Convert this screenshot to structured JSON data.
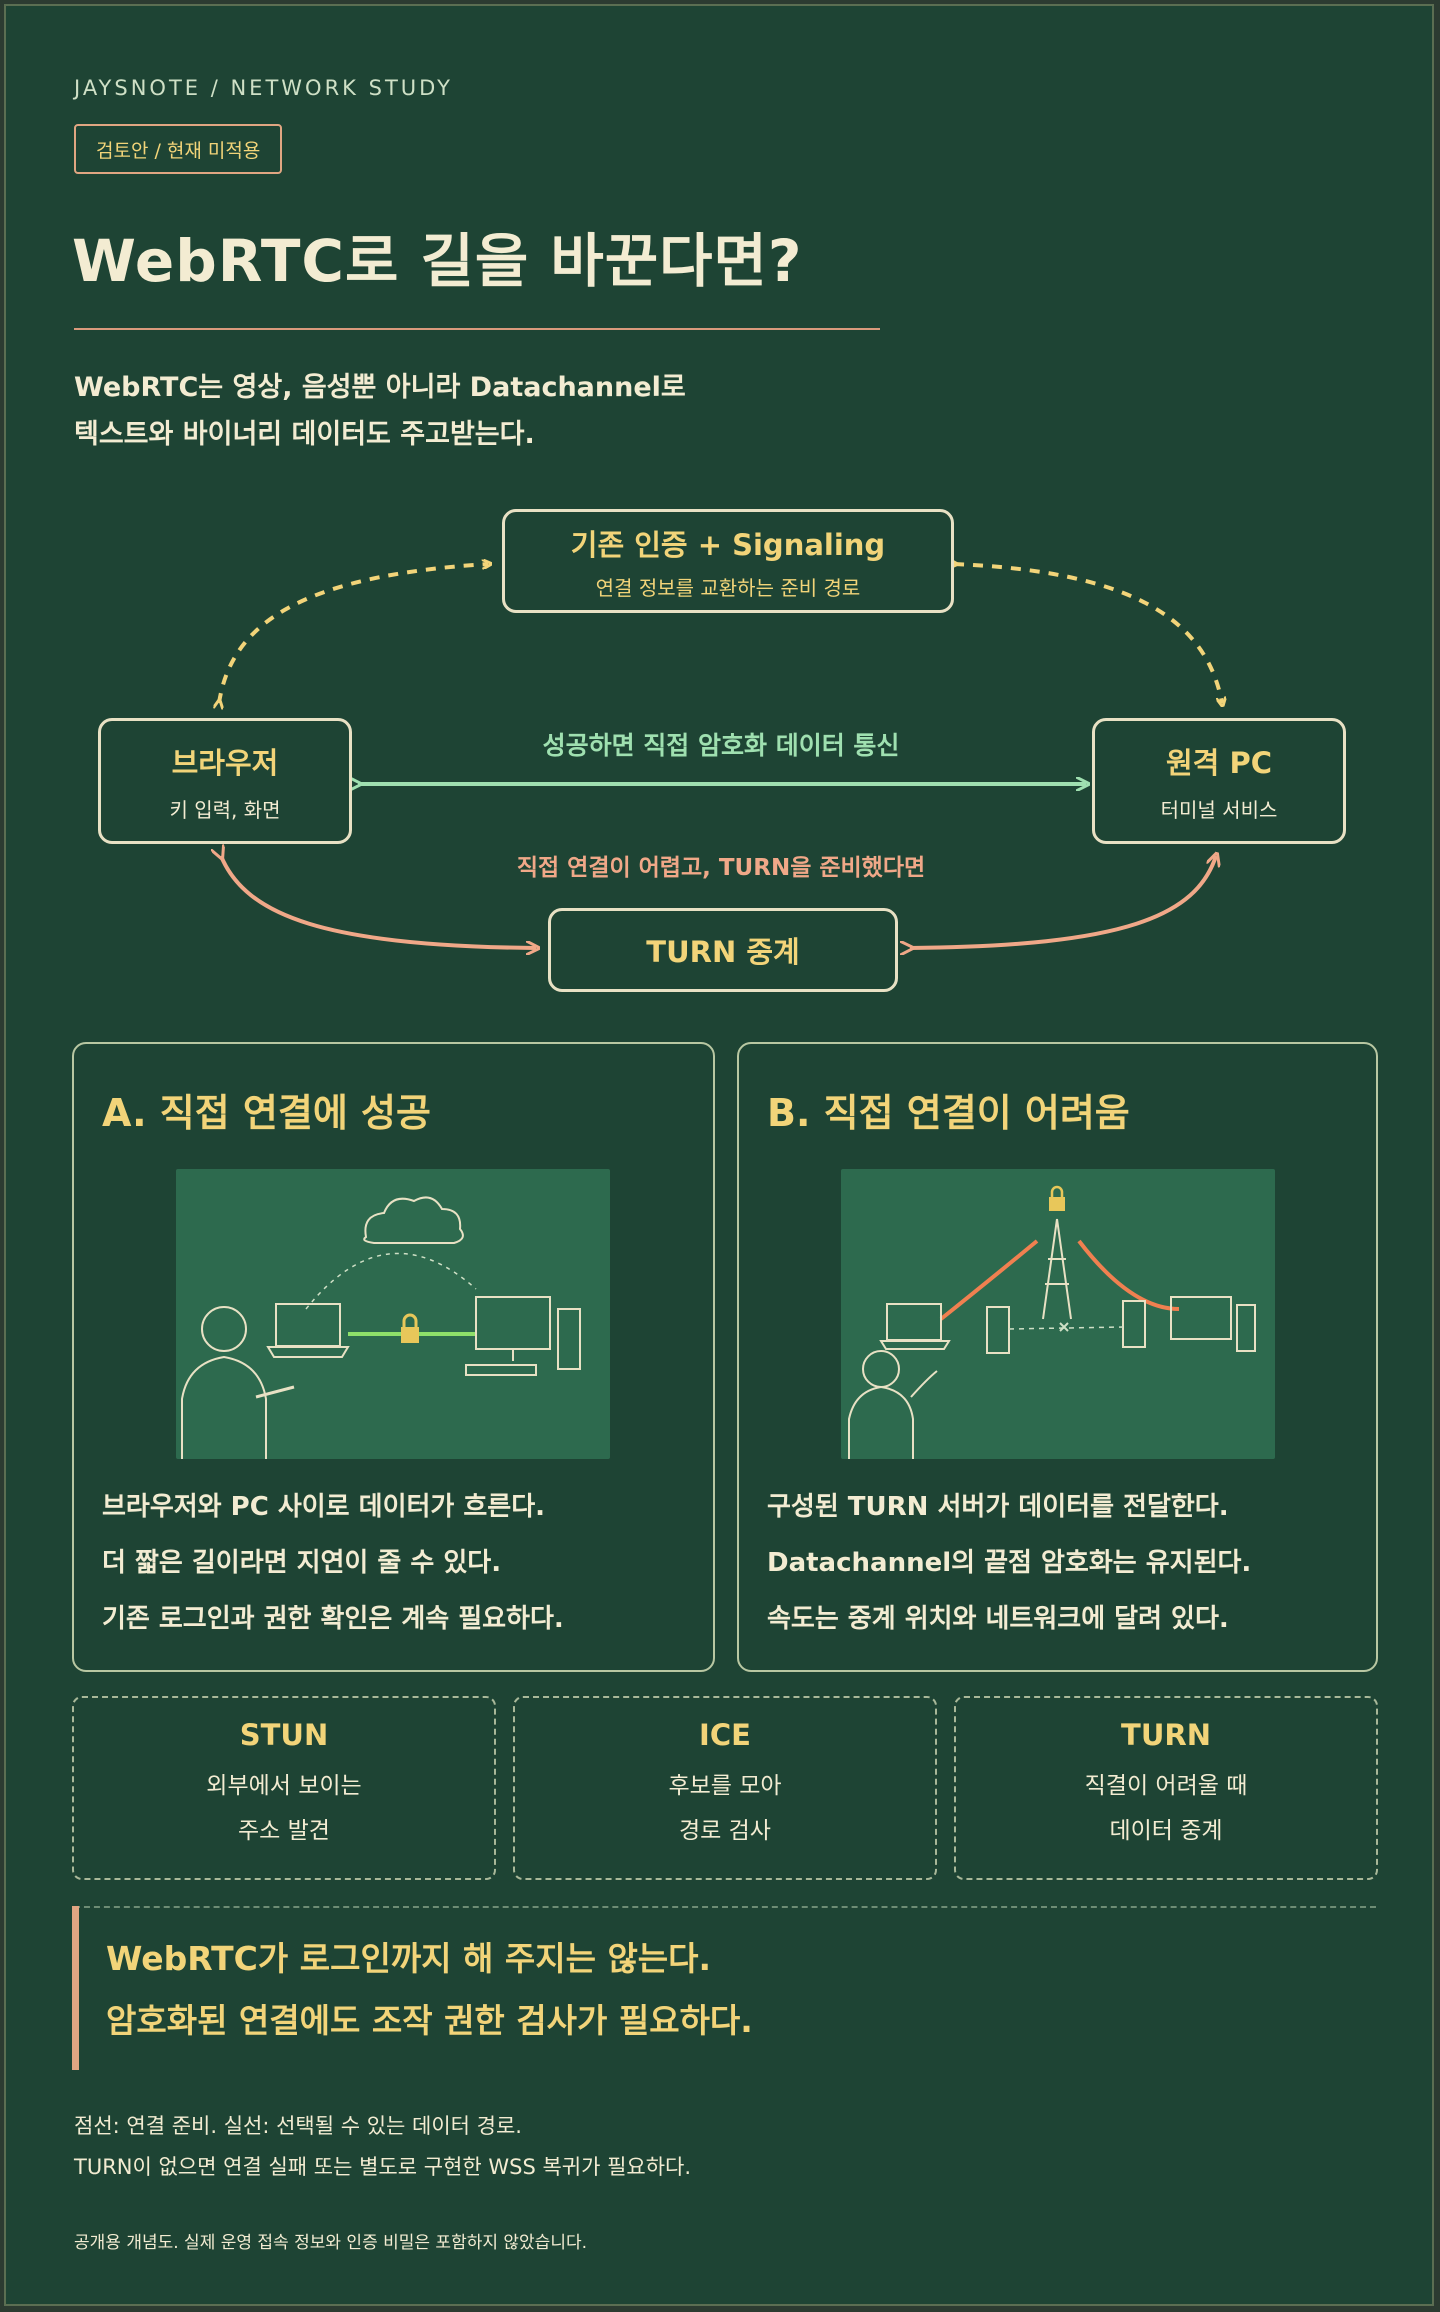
{
  "header": {
    "kicker": "JAYSNOTE / NETWORK STUDY",
    "tag": "검토안 / 현재 미적용",
    "title": "WebRTC로 길을 바꾼다면?"
  },
  "lead": [
    "WebRTC는 영상, 음성뿐 아니라 Datachannel로",
    "텍스트와 바이너리 데이터도 주고받는다."
  ],
  "diagram": {
    "signaling": {
      "title": "기존 인증 + Signaling",
      "subtitle": "연결 정보를 교환하는 준비 경로"
    },
    "browser": {
      "title": "브라우저",
      "subtitle": "키 입력, 화면"
    },
    "remote_pc": {
      "title": "원격 PC",
      "subtitle": "터미널 서비스"
    },
    "direct_label": "성공하면 직접 암호화 데이터 통신",
    "relay_label": "직접 연결이 어렵고, TURN을 준비했다면",
    "turn": {
      "title": "TURN 중계"
    },
    "colors": {
      "signaling_arrow": "#f2d479",
      "direct_arrow": "#9fe0b0",
      "relay_arrow": "#f0a888"
    }
  },
  "cards": [
    {
      "title": "A. 직접 연결에 성공",
      "lines": [
        "브라우저와 PC 사이로 데이터가 흐른다.",
        "더 짧은 길이라면 지연이 줄 수 있다.",
        "기존 로그인과 권한 확인은 계속 필요하다."
      ]
    },
    {
      "title": "B. 직접 연결이 어려움",
      "lines": [
        "구성된 TURN 서버가 데이터를 전달한다.",
        "Datachannel의 끝점 암호화는 유지된다.",
        "속도는 중계 위치와 네트워크에 달려 있다."
      ]
    }
  ],
  "terms": [
    {
      "name": "STUN",
      "desc": [
        "외부에서 보이는",
        "주소 발견"
      ]
    },
    {
      "name": "ICE",
      "desc": [
        "후보를 모아",
        "경로 검사"
      ]
    },
    {
      "name": "TURN",
      "desc": [
        "직결이 어려울 때",
        "데이터 중계"
      ]
    }
  ],
  "callout": [
    "WebRTC가 로그인까지 해 주지는 않는다.",
    "암호화된 연결에도 조작 권한 검사가 필요하다."
  ],
  "notes": [
    "점선: 연결 준비. 실선: 선택될 수 있는 데이터 경로.",
    "TURN이 없으면 연결 실패 또는 별도로 구현한 WSS 복귀가 필요하다."
  ],
  "footer": "공개용 개념도. 실제 운영 접속 정보와 인증 비밀은 포함하지 않았습니다."
}
